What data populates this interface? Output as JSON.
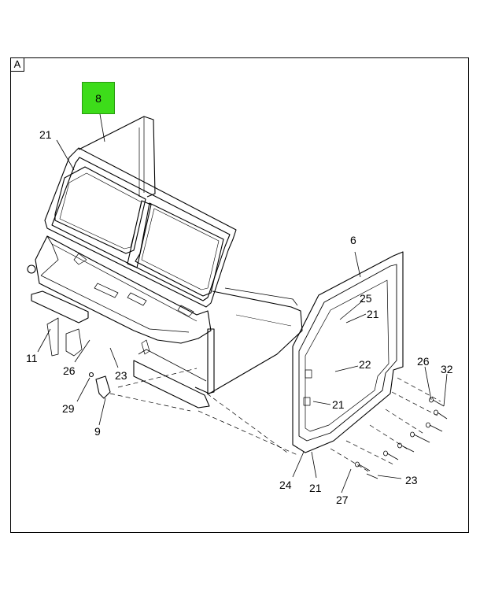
{
  "view": {
    "label": "A"
  },
  "highlighted_part": "8",
  "callouts": [
    {
      "id": "c8",
      "text": "8"
    },
    {
      "id": "c21a",
      "text": "21"
    },
    {
      "id": "c6",
      "text": "6"
    },
    {
      "id": "c25",
      "text": "25"
    },
    {
      "id": "c21b",
      "text": "21"
    },
    {
      "id": "c22",
      "text": "22"
    },
    {
      "id": "c26a",
      "text": "26"
    },
    {
      "id": "c32",
      "text": "32"
    },
    {
      "id": "c21c",
      "text": "21"
    },
    {
      "id": "c11",
      "text": "11"
    },
    {
      "id": "c26b",
      "text": "26"
    },
    {
      "id": "c23a",
      "text": "23"
    },
    {
      "id": "c29",
      "text": "29"
    },
    {
      "id": "c9",
      "text": "9"
    },
    {
      "id": "c24",
      "text": "24"
    },
    {
      "id": "c21d",
      "text": "21"
    },
    {
      "id": "c27",
      "text": "27"
    },
    {
      "id": "c23b",
      "text": "23"
    }
  ]
}
